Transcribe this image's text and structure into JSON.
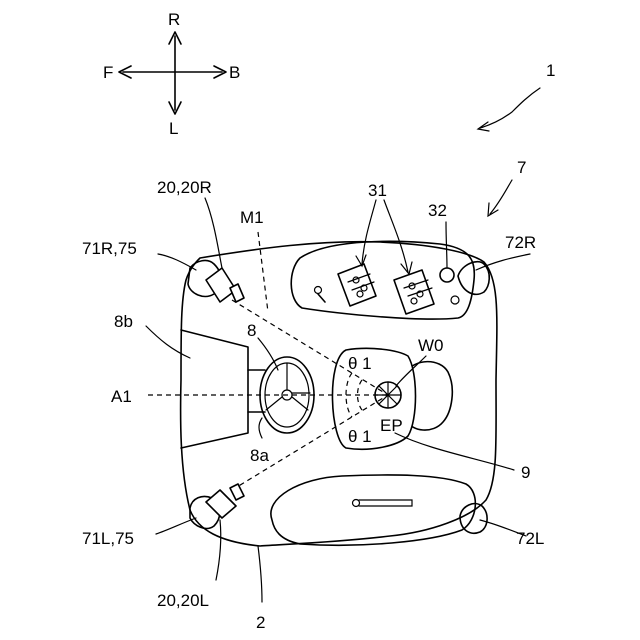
{
  "compass": {
    "up": "R",
    "down": "L",
    "left": "F",
    "right": "B"
  },
  "labels": {
    "ref_1": "1",
    "ref_7": "7",
    "ref_20r": "20,20R",
    "ref_m1": "M1",
    "ref_31": "31",
    "ref_32": "32",
    "ref_71r": "71R,75",
    "ref_72r": "72R",
    "ref_8b": "8b",
    "ref_8": "8",
    "ref_w0": "W0",
    "ref_theta_top": "θ 1",
    "ref_a1": "A1",
    "ref_ep": "EP",
    "ref_theta_bottom": "θ 1",
    "ref_8a": "8a",
    "ref_9": "9",
    "ref_71l": "71L,75",
    "ref_72l": "72L",
    "ref_20l": "20,20L",
    "ref_2": "2"
  }
}
